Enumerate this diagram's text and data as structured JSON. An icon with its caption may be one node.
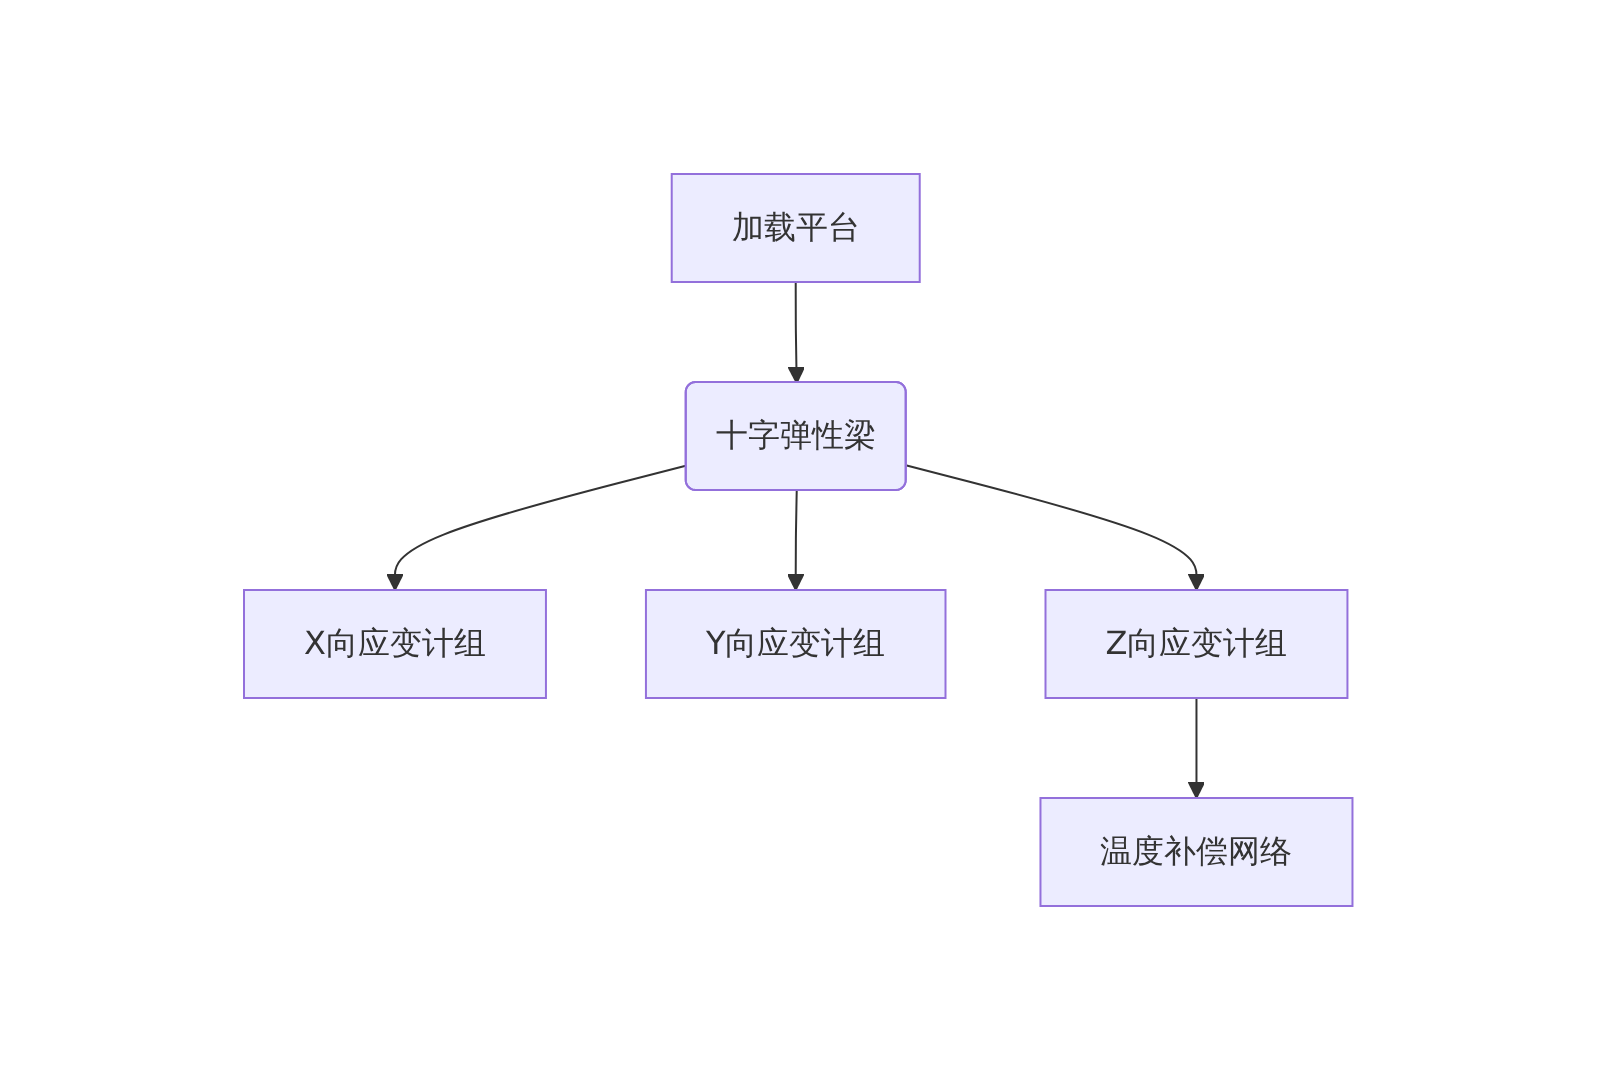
{
  "diagram": {
    "nodes": [
      {
        "text": [
          "加载平台"
        ]
      },
      {
        "text": [
          "十字弹性梁"
        ]
      },
      {
        "text": [
          "X向应变计组"
        ]
      },
      {
        "text": [
          "Y向应变计组"
        ]
      },
      {
        "text": [
          "Z向应变计组"
        ]
      },
      {
        "text": [
          "温度补偿网络"
        ]
      }
    ],
    "edges": [
      {
        "from": 0,
        "to": 1,
        "arrow": "to"
      },
      {
        "from": 1,
        "to": 2,
        "arrow": "to"
      },
      {
        "from": 1,
        "to": 3,
        "arrow": "to"
      },
      {
        "from": 1,
        "to": 4,
        "arrow": "to"
      },
      {
        "from": 4,
        "to": 5,
        "arrow": "to"
      }
    ]
  }
}
